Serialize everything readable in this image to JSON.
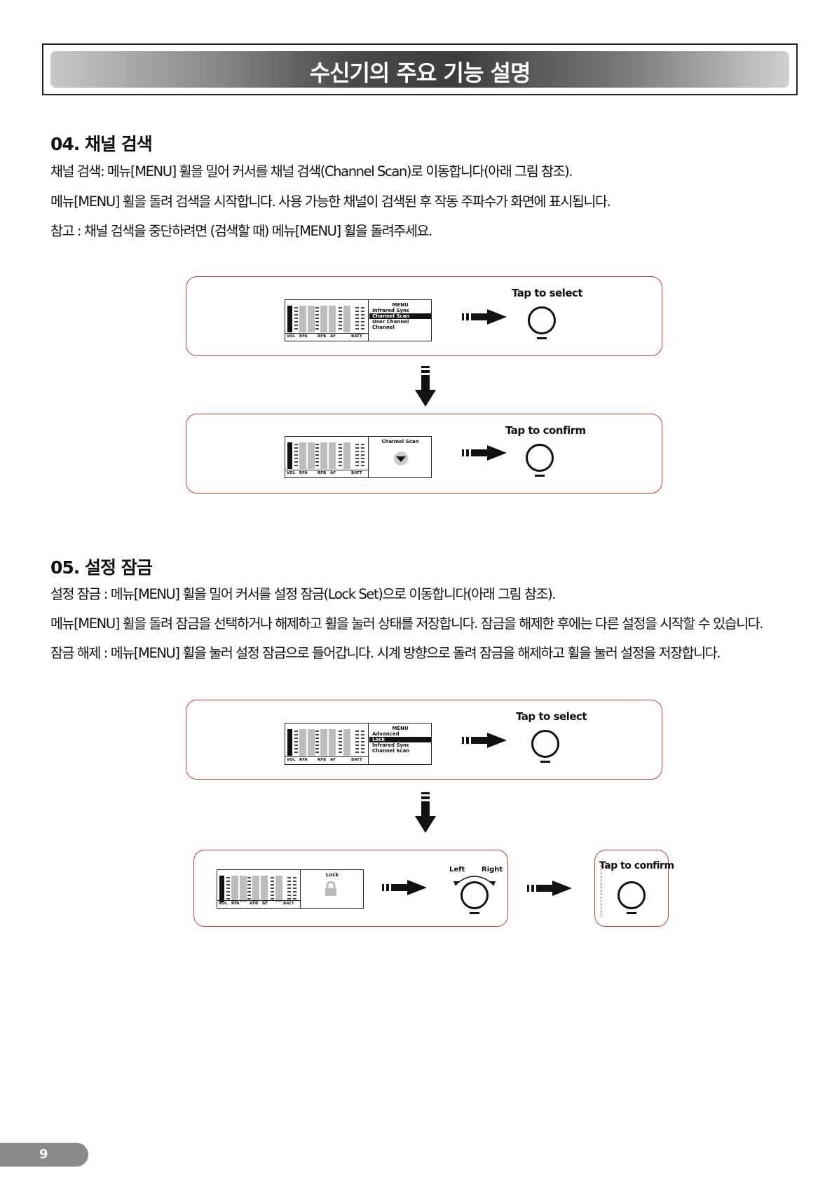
{
  "header": {
    "title": "수신기의 주요 기능 설명"
  },
  "section4": {
    "title": "04. 채널 검색",
    "lines": [
      "채널 검색: 메뉴[MENU] 휠을 밀어 커서를 채널 검색(Channel Scan)로 이동합니다(아래 그림 참조).",
      "메뉴[MENU] 휠을 돌려 검색을 시작합니다. 사용 가능한 채널이 검색된 후 작동 주파수가 화면에 표시됩니다.",
      "참고 : 채널 검색을 중단하려면 (검색할 때) 메뉴[MENU] 휠을 돌려주세요."
    ],
    "panel1": {
      "menu_title": "MENU",
      "menu_items": [
        "Infrared Sync",
        "Channel Scan",
        "User Channel",
        "Channel"
      ],
      "selected_index": 1,
      "tap_label": "Tap to select"
    },
    "panel2": {
      "screen_title": "Channel Scan",
      "tap_label": "Tap to confirm"
    }
  },
  "section5": {
    "title": "05. 설정 잠금",
    "lines": [
      "설정 잠금 : 메뉴[MENU] 휠을 밀어 커서를 설정 잠금(Lock Set)으로 이동합니다(아래 그림 참조).",
      "메뉴[MENU] 휠을 돌려 잠금을 선택하거나 해제하고 휠을 눌러 상태를 저장합니다. 잠금을 해제한 후에는 다른 설정을 시작할 수 있습니다.",
      "잠금 해제 : 메뉴[MENU] 휠을 눌러 설정 잠금으로 들어갑니다. 시계 방향으로 돌려 잠금을 해제하고 휠을 눌러 설정을 저장합니다."
    ],
    "panel1": {
      "menu_title": "MENU",
      "menu_items": [
        "Advanced",
        "Lock",
        "Infrared Sync",
        "Channel Scan"
      ],
      "selected_index": 1,
      "tap_label": "Tap to select"
    },
    "panel2": {
      "screen_title": "Lock",
      "left_label": "Left",
      "right_label": "Right"
    },
    "panel3": {
      "tap_label": "Tap to confirm"
    }
  },
  "meter_labels": [
    "VOL",
    "RFA",
    "RFB",
    "AF",
    "BATT"
  ],
  "page_number": "9"
}
